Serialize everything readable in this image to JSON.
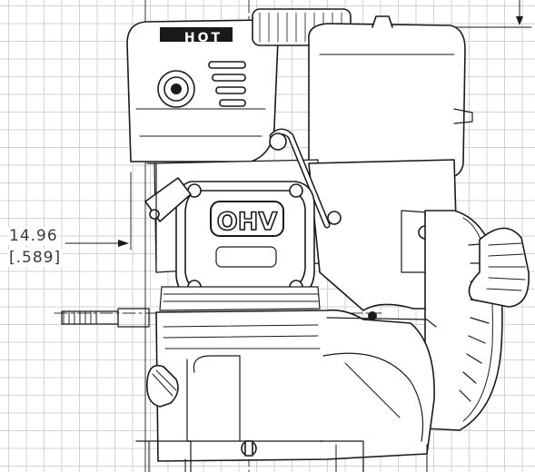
{
  "engine": {
    "cover_text": "HOT",
    "valve_cover_text": "OHV"
  },
  "dimension": {
    "metric": "14.96",
    "imperial": "[.589]"
  }
}
